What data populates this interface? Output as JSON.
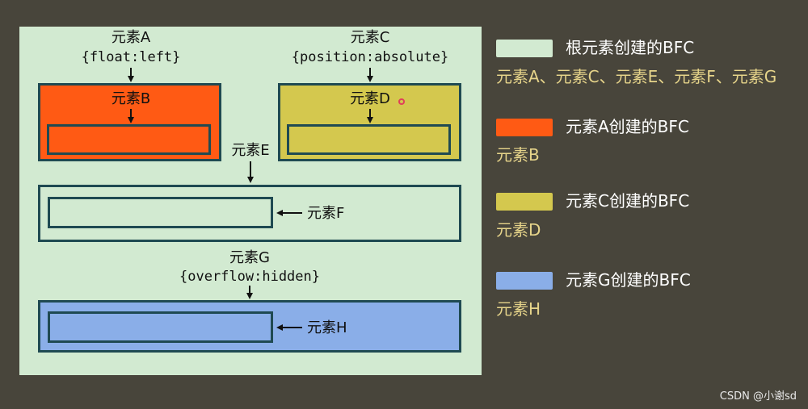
{
  "diagram": {
    "element_a": "元素A",
    "element_a_css": "{float:left}",
    "element_b": "元素B",
    "element_c": "元素C",
    "element_c_css": "{position:absolute}",
    "element_d": "元素D",
    "element_e": "元素E",
    "element_f": "元素F",
    "element_g": "元素G",
    "element_g_css": "{overflow:hidden}",
    "element_h": "元素H"
  },
  "legend": [
    {
      "title": "根元素创建的BFC",
      "members": "元素A、元素C、元素E、元素F、元素G",
      "color": "#d2ead1"
    },
    {
      "title": "元素A创建的BFC",
      "members": "元素B",
      "color": "#ff5a14"
    },
    {
      "title": "元素C创建的BFC",
      "members": "元素D",
      "color": "#d4c84e"
    },
    {
      "title": "元素G创建的BFC",
      "members": "元素H",
      "color": "#8aaee8"
    }
  ],
  "colors": {
    "background": "#48453b",
    "border": "#1f4a52"
  },
  "watermark": "CSDN @小谢sd"
}
